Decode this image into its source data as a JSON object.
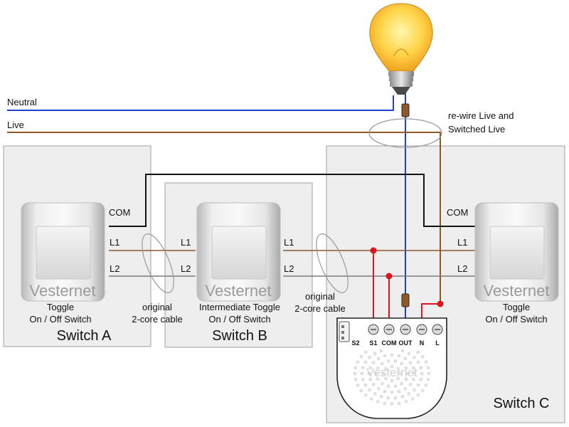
{
  "colors": {
    "neutral": "#1f3fcf",
    "live": "#8b5a2b",
    "com": "#111111",
    "traveller": "#7a7a7a",
    "switched": "#e0141e",
    "panel": "#eeeeee",
    "panel_border": "#a0a0a0"
  },
  "icons": {
    "bulb": "light-bulb-icon",
    "rocker": "rocker-switch-icon",
    "module": "relay-module-icon"
  },
  "wires": {
    "neutral_label": "Neutral",
    "live_label": "Live",
    "rewire_note": [
      "re-wire Live and",
      "Switched Live"
    ]
  },
  "switch_a": {
    "terminals": [
      "COM",
      "L1",
      "L2"
    ],
    "brand": "Vesternet",
    "caption": [
      "Toggle",
      "On / Off Switch"
    ],
    "title": "Switch A"
  },
  "switch_b": {
    "terminals": [
      "L1",
      "L2",
      "L1",
      "L2"
    ],
    "brand": "Vesternet",
    "caption": [
      "Intermediate Toggle",
      "On / Off Switch"
    ],
    "title": "Switch B"
  },
  "switch_c": {
    "terminals": [
      "COM",
      "L1",
      "L2"
    ],
    "brand": "Vesternet",
    "caption": [
      "Toggle",
      "On / Off Switch"
    ],
    "title": "Switch C"
  },
  "cable_note_1": [
    "original",
    "2-core cable"
  ],
  "cable_note_2": [
    "original",
    "2-core cable"
  ],
  "module": {
    "brand": "Vesternet",
    "terminals": [
      "S2",
      "S1",
      "COM",
      "OUT",
      "N",
      "L"
    ]
  }
}
